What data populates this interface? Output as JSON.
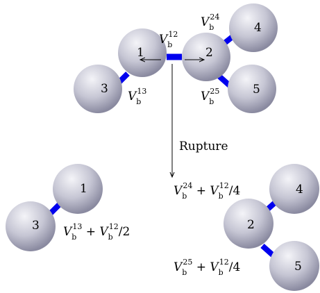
{
  "particles": {
    "top": {
      "p1": "1",
      "p2": "2",
      "p3": "3",
      "p4": "4",
      "p5": "5"
    },
    "bottom_left": {
      "p1": "1",
      "p3": "3"
    },
    "bottom_right": {
      "p2": "2",
      "p4": "4",
      "p5": "5"
    }
  },
  "bonds": {
    "v12": {
      "base": "V",
      "sub": "b",
      "sup": "12"
    },
    "v13": {
      "base": "V",
      "sub": "b",
      "sup": "13"
    },
    "v24": {
      "base": "V",
      "sub": "b",
      "sup": "24"
    },
    "v25": {
      "base": "V",
      "sub": "b",
      "sup": "25"
    }
  },
  "rupture_label": "Rupture",
  "after": {
    "left_bond": {
      "sup1": "13",
      "op": " + ",
      "sup2": "12",
      "tail": "/2"
    },
    "right_upper": {
      "sup1": "24",
      "op": " + ",
      "sup2": "12",
      "tail": "/4"
    },
    "right_lower": {
      "sup1": "25",
      "op": " + ",
      "sup2": "12",
      "tail": "/4"
    }
  },
  "colors": {
    "bond": "#0000ee",
    "sphere_light": "#f4f4f8",
    "sphere_mid": "#c6c6d4",
    "sphere_dark": "#8a8aa0",
    "arrow": "#000000"
  }
}
